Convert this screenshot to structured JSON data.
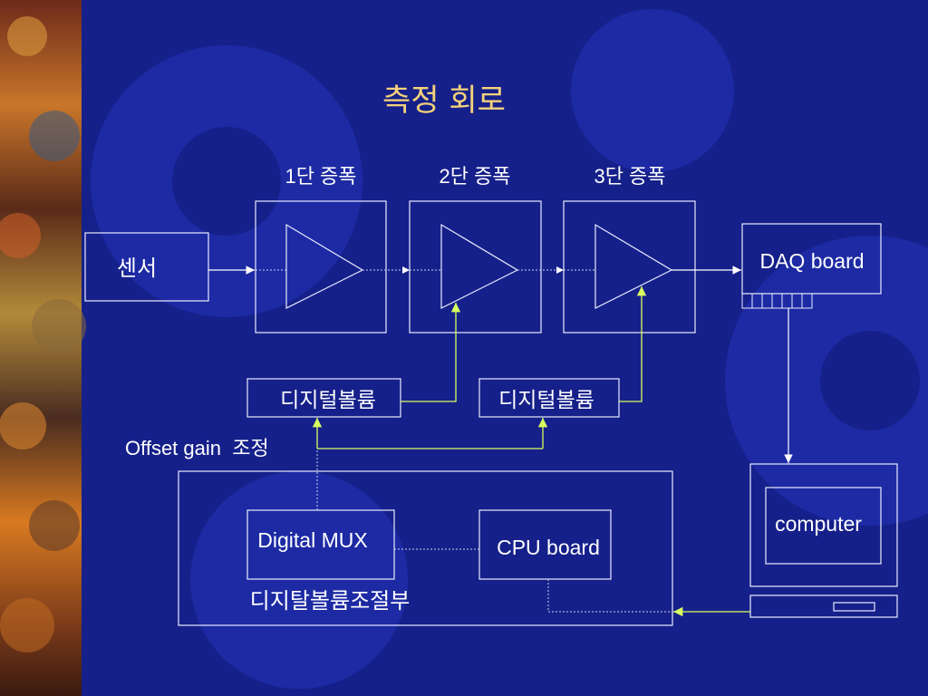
{
  "slide": {
    "title": "측정 회로",
    "colors": {
      "background": "#16208a",
      "title": "#f4d27a",
      "text": "#ffffff",
      "control_line": "#d8ff60",
      "gear_shape": "#1f2da8"
    }
  },
  "stages": [
    {
      "label": "1단 증폭"
    },
    {
      "label": "2단 증폭"
    },
    {
      "label": "3단 증폭"
    }
  ],
  "blocks": {
    "sensor": "센서",
    "daq": "DAQ board",
    "computer": "computer",
    "volume_1": "디지털볼륨",
    "volume_2": "디지털볼륨",
    "offset_gain": "Offset gain  조정",
    "mux": "Digital MUX",
    "cpu": "CPU board",
    "control_unit": "디지탈볼륨조절부"
  }
}
